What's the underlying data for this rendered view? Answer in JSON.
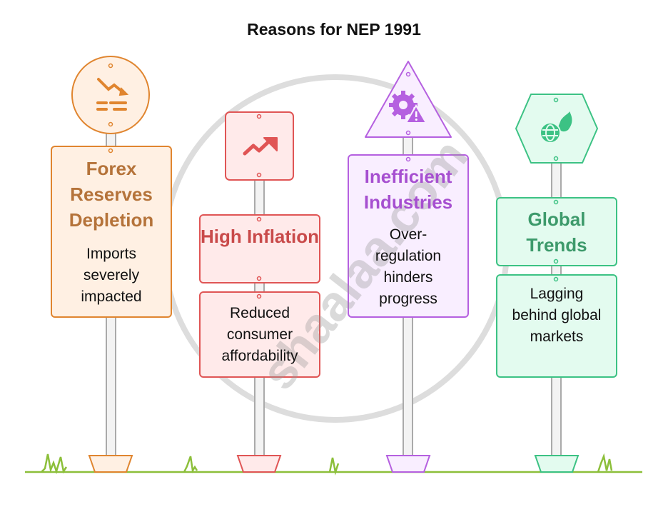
{
  "title": "Reasons for NEP 1991",
  "watermark": "shaalaa.com",
  "signs": [
    {
      "heading": "Forex Reserves Depletion",
      "description": "Imports severely impacted",
      "icon": "trending-down-money-icon",
      "shape": "circle",
      "colors": {
        "stroke": "#e0852f",
        "fill": "#fff0e3",
        "text": "#b5733a"
      }
    },
    {
      "heading": "High Inflation",
      "description": "Reduced consumer affordability",
      "icon": "trending-up-icon",
      "shape": "square",
      "colors": {
        "stroke": "#e05555",
        "fill": "#ffeaea",
        "text": "#c94a4a"
      }
    },
    {
      "heading": "Inefficient Industries",
      "description": "Over-regulation hinders progress",
      "icon": "gear-warning-icon",
      "shape": "triangle",
      "colors": {
        "stroke": "#b560e0",
        "fill": "#f9eeff",
        "text": "#a64fd0"
      }
    },
    {
      "heading": "Global Trends",
      "description": "Lagging behind global markets",
      "icon": "globe-icon",
      "shape": "hexagon",
      "colors": {
        "stroke": "#3cc284",
        "fill": "#e3fbef",
        "text": "#3d9a6b"
      }
    }
  ]
}
